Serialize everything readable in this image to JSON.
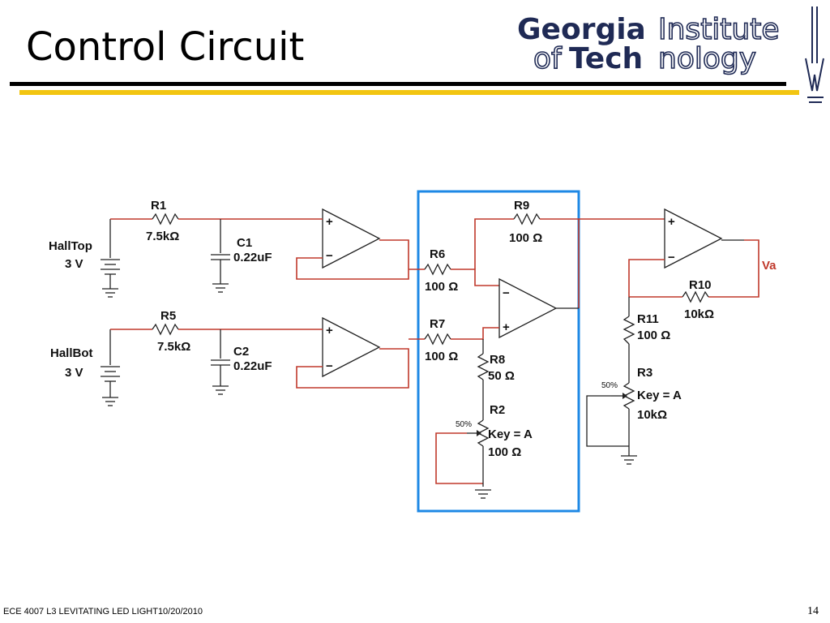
{
  "slide": {
    "title": "Control Circuit",
    "footer": "ECE 4007 L3  LEVITATING LED LIGHT10/20/2010",
    "page_number": "14"
  },
  "logo": {
    "line1_bold": "Georgia",
    "line1_light": "Institute",
    "line2_light": "of",
    "line2_bold": "Tech",
    "line2_light_end": "nology"
  },
  "colors": {
    "wire": "#c0392b",
    "highlight_box": "#1e88e5",
    "gold_rule": "#f2c511",
    "logo_navy": "#1f2a55"
  },
  "circuit": {
    "halltop": {
      "name": "HallTop",
      "voltage": "3 V"
    },
    "hallbot": {
      "name": "HallBot",
      "voltage": "3 V"
    },
    "r1": {
      "name": "R1",
      "value": "7.5kΩ"
    },
    "r5": {
      "name": "R5",
      "value": "7.5kΩ"
    },
    "c1": {
      "name": "C1",
      "value": "0.22uF"
    },
    "c2": {
      "name": "C2",
      "value": "0.22uF"
    },
    "r6": {
      "name": "R6",
      "value": "100 Ω"
    },
    "r7": {
      "name": "R7",
      "value": "100 Ω"
    },
    "r9": {
      "name": "R9",
      "value": "100 Ω"
    },
    "r8": {
      "name": "R8",
      "value": "50 Ω"
    },
    "r2": {
      "name": "R2",
      "key": "Key = A",
      "value": "100 Ω",
      "setting": "50%"
    },
    "r10": {
      "name": "R10",
      "value": "10kΩ"
    },
    "r11": {
      "name": "R11",
      "value": "100 Ω"
    },
    "r3": {
      "name": "R3",
      "key": "Key = A",
      "value": "10kΩ",
      "setting": "50%"
    },
    "output": "Va",
    "opamp_plus": "+",
    "opamp_minus": "−"
  }
}
